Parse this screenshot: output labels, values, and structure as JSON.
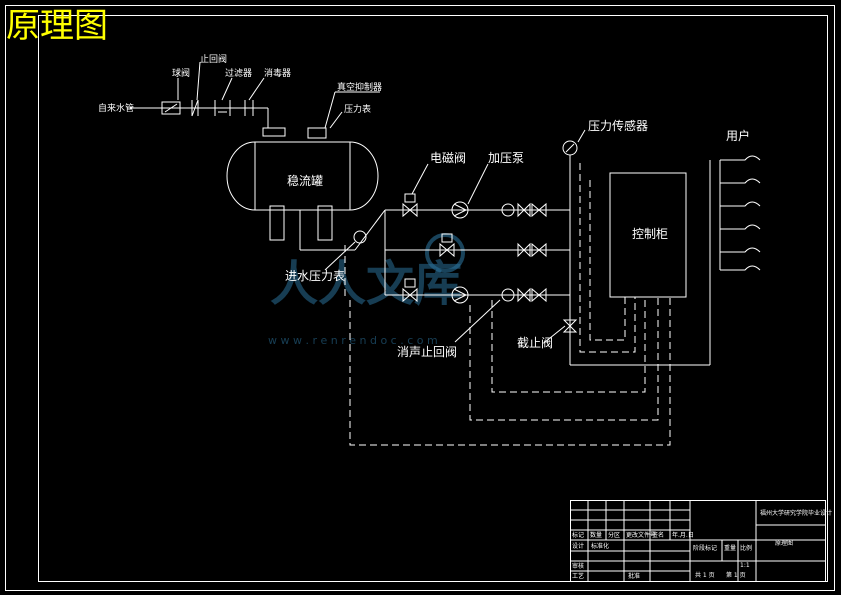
{
  "header": {
    "title": "原理图"
  },
  "labels": {
    "water_supply": "自来水管",
    "ball_valve": "球阀",
    "check_valve": "止回阀",
    "filter": "过滤器",
    "sterilizer": "消毒器",
    "vacuum_suppressor": "真空抑制器",
    "pressure_gauge": "压力表",
    "tank": "稳流罐",
    "solenoid_valve": "电磁阀",
    "booster_pump": "加压泵",
    "pressure_sensor": "压力传感器",
    "user": "用户",
    "control_cabinet": "控制柜",
    "inlet_gauge": "进水压力表",
    "silencer_check_valve": "消声止回阀",
    "stop_valve": "截止阀"
  },
  "watermark": {
    "text": "人人文库",
    "url": "w w w . r e n r e n d o c . c o m"
  },
  "title_block": {
    "company": "福州大学研究学院毕业设计",
    "drawing_name": "原理图",
    "design": "设计",
    "check": "审核",
    "process": "工艺",
    "mark": "标记",
    "quantity": "数量",
    "revision": "分区",
    "file_no": "更改文件号",
    "sign": "签名",
    "date": "年.月.日",
    "standardize": "标准化",
    "approve": "批准",
    "stage_mark": "阶段标记",
    "weight": "重量",
    "scale": "比例",
    "scale_value": "1:1",
    "sheets_total": "共 1 页",
    "sheet_no": "第 1 页"
  }
}
